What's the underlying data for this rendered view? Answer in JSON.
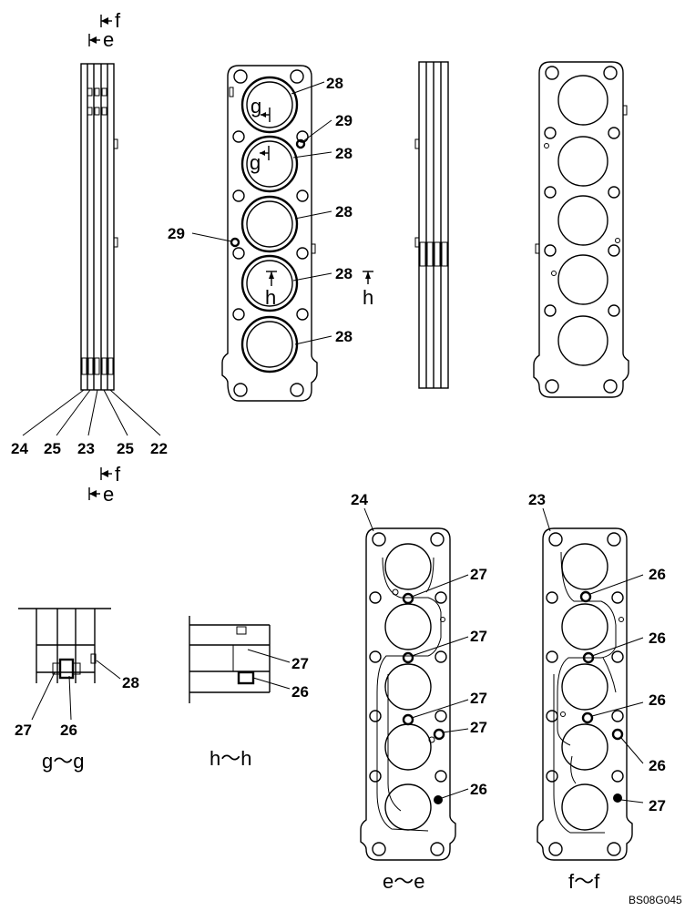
{
  "views": {
    "side_left": {
      "labels": [
        "24",
        "25",
        "23",
        "25",
        "22"
      ]
    },
    "top_markers": {
      "f": "f",
      "e": "e"
    },
    "bottom_markers": {
      "f": "f",
      "e": "e"
    },
    "front_gasket": {
      "labels_28": [
        "28",
        "28",
        "28",
        "28",
        "28"
      ],
      "labels_29": [
        "29",
        "29"
      ],
      "g": "g",
      "h": "h"
    },
    "section_gg": {
      "title": "g～g",
      "labels": [
        "27",
        "26",
        "28"
      ]
    },
    "section_hh": {
      "title": "h～h",
      "labels": [
        "27",
        "26"
      ]
    },
    "section_ee": {
      "title": "e～e",
      "part": "24",
      "labels": [
        "27",
        "27",
        "27",
        "27",
        "26"
      ]
    },
    "section_ff": {
      "title": "f～f",
      "part": "23",
      "labels": [
        "26",
        "26",
        "26",
        "26",
        "27"
      ]
    }
  },
  "figure_code": "BS08G045"
}
